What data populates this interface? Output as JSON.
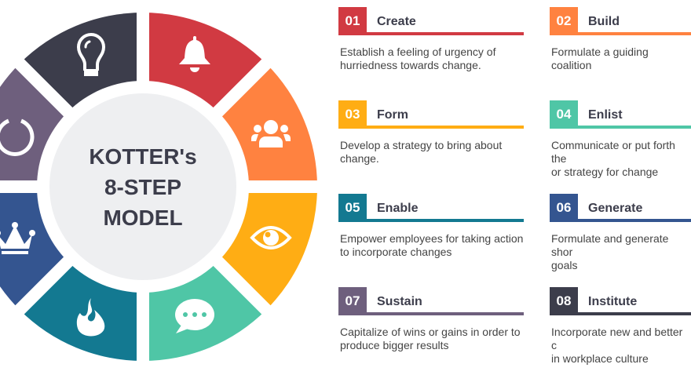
{
  "center": {
    "lines": [
      "KOTTER's",
      "8-STEP",
      "MODEL"
    ]
  },
  "steps": [
    {
      "num": "01",
      "title": "Create",
      "desc": "Establish a feeling of urgency of hurriedness towards change.",
      "color": "#D13A42",
      "icon": "bell-icon"
    },
    {
      "num": "02",
      "title": "Build",
      "desc": "Formulate a guiding coalition",
      "color": "#FF8240",
      "icon": "people-icon"
    },
    {
      "num": "03",
      "title": "Form",
      "desc": "Develop a strategy to bring about change.",
      "color": "#FFAD14",
      "icon": "eye-icon"
    },
    {
      "num": "04",
      "title": "Enlist",
      "desc": "Communicate or put forth the\nor strategy for change",
      "color": "#4FC6A6",
      "icon": "chat-icon"
    },
    {
      "num": "05",
      "title": "Enable",
      "desc": "Empower employees for taking action to incorporate changes",
      "color": "#137991",
      "icon": "fire-icon"
    },
    {
      "num": "06",
      "title": "Generate",
      "desc": "Formulate and generate shor\ngoals",
      "color": "#345590",
      "icon": "crown-icon"
    },
    {
      "num": "07",
      "title": "Sustain",
      "desc": "Capitalize of wins or gains in order to produce bigger results",
      "color": "#6E5F7D",
      "icon": "power-icon"
    },
    {
      "num": "08",
      "title": "Institute",
      "desc": "Incorporate new and better c\nin workplace culture",
      "color": "#3C3D4B",
      "icon": "lightbulb-icon"
    }
  ]
}
